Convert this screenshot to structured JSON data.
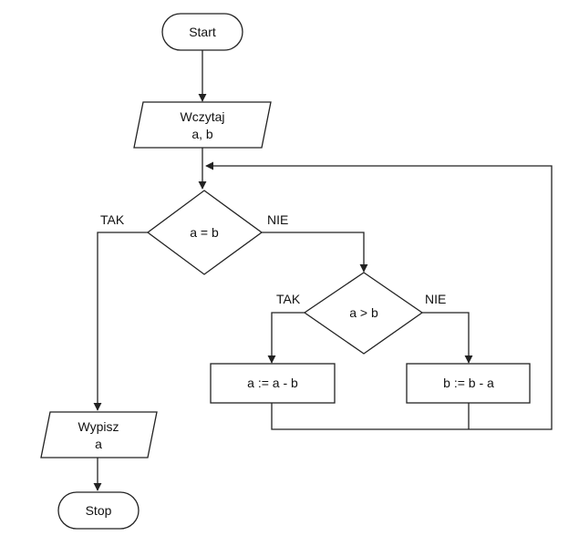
{
  "nodes": {
    "start": "Start",
    "input_line1": "Wczytaj",
    "input_line2": "a, b",
    "decision_equal": "a = b",
    "decision_greater": "a > b",
    "assign_a": "a := a - b",
    "assign_b": "b := b - a",
    "output_line1": "Wypisz",
    "output_line2": "a",
    "stop": "Stop"
  },
  "edges": {
    "equal_yes": "TAK",
    "equal_no": "NIE",
    "greater_yes": "TAK",
    "greater_no": "NIE"
  }
}
